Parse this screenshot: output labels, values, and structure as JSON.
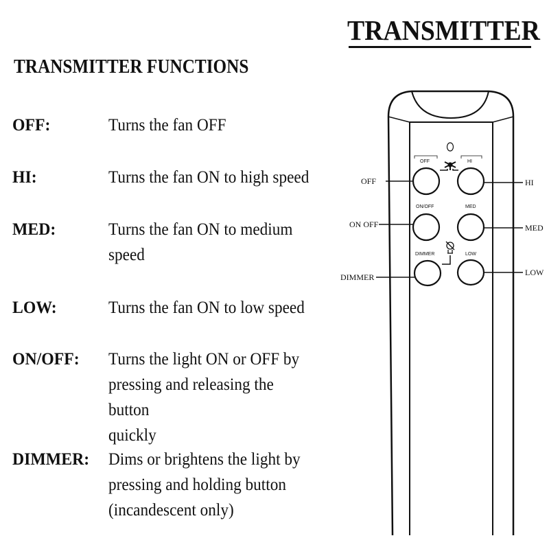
{
  "title": "TRANSMITTER",
  "heading": "TRANSMITTER FUNCTIONS",
  "functions": [
    {
      "label": "OFF:",
      "desc": "Turns the fan OFF"
    },
    {
      "label": "HI:",
      "desc": "Turns the fan ON to high speed"
    },
    {
      "label": "MED:",
      "desc": "Turns the fan ON to medium\nspeed"
    },
    {
      "label": "LOW:",
      "desc": "Turns the fan ON to low speed"
    },
    {
      "label": "ON/OFF:",
      "desc": "Turns the light ON or OFF by\npressing and releasing the button\nquickly"
    },
    {
      "label": "DIMMER:",
      "desc": "Dims or brightens the light by\npressing and holding button\n(incandescent only)"
    }
  ],
  "remote": {
    "callouts": {
      "off": "OFF",
      "hi": "HI",
      "on_off": "ON OFF",
      "med": "MED",
      "dimmer": "DIMMER",
      "low": "LOW"
    },
    "buttons": {
      "off": "OFF",
      "hi": "HI",
      "on_off": "ON/OFF",
      "med": "MED",
      "dimmer": "DIMMER",
      "low": "LOW"
    },
    "icons": [
      "fan-icon",
      "light-bulb-icon",
      "led-indicator-icon"
    ]
  }
}
